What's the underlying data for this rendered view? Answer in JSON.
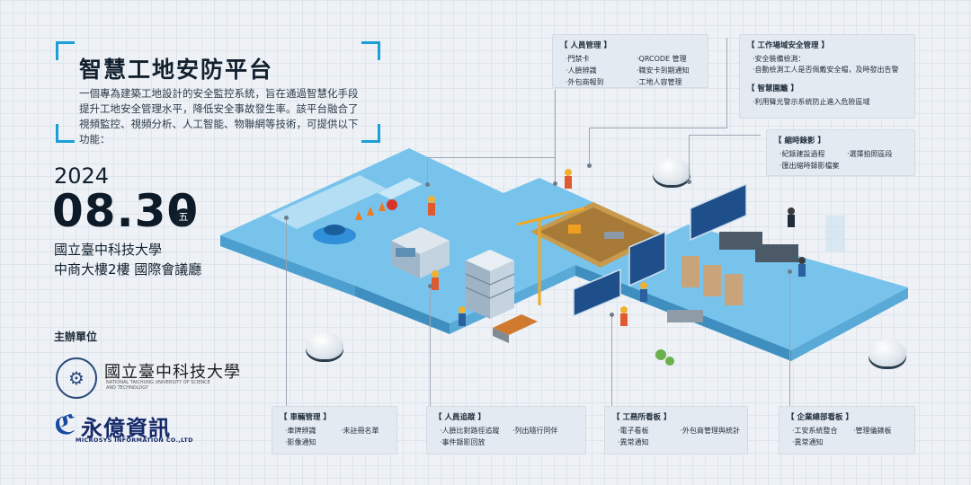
{
  "event": {
    "title": "智慧工地安防平台",
    "intro": "一個專為建築工地設計的安全監控系統，旨在通過智慧化手段提升工地安全管理水平，降低安全事故發生率。該平台融合了視頻監控、視頻分析、人工智能、物聯網等技術，可提供以下功能：",
    "year": "2024",
    "date": "08.30",
    "weekday": "五",
    "venue_line1": "國立臺中科技大學",
    "venue_line2": "中商大樓2樓 國際會議廳",
    "host_label": "主辦單位",
    "university_logo_text": "國立臺中科技大學",
    "university_en": "NATIONAL TAICHUNG UNIVERSITY OF SCIENCE AND TECHNOLOGY",
    "company_name": "永億資訊",
    "company_en": "MICROSYS INFORMATION CO.,LTD"
  },
  "panels": {
    "personnel": {
      "title": "【 人員管理 】",
      "items": [
        "門禁卡",
        "QRCODE 管理",
        "人臉辨識",
        "職安卡到期通知",
        "外包商報到",
        "工地人容管理"
      ]
    },
    "site_safety": {
      "title": "【 工作場域安全管理 】",
      "items": [
        "安全裝備檢測：",
        "自動檢測工人是否佩戴安全帽，及時發出告警"
      ]
    },
    "smart_fence": {
      "title": "【 智慧圍籬 】",
      "items": [
        "利用聲光警示系統防止進入危險區域"
      ]
    },
    "timelapse": {
      "title": "【 縮時錄影 】",
      "items": [
        "紀錄建設過程",
        "選擇拍照區段",
        "匯出縮時錄影檔案"
      ]
    },
    "vehicle": {
      "title": "【 車輛管理 】",
      "items": [
        "車牌辨識",
        "未註冊名單",
        "影像通知"
      ]
    },
    "tracking": {
      "title": "【 人員追蹤 】",
      "items": [
        "人臉比對路徑追蹤",
        "列出隨行同伴",
        "事件錄影回放"
      ]
    },
    "board": {
      "title": "【 工務所看板 】",
      "items": [
        "電子看板",
        "外包商管理與統計",
        "異常通知"
      ]
    },
    "hq_board": {
      "title": "【 企業總部看板 】",
      "items": [
        "工安系統整合",
        "管理儀錶板",
        "異常通知"
      ]
    }
  },
  "colors": {
    "accent": "#1aa0d8",
    "floor": "#7ec9ef",
    "navy": "#16296a"
  }
}
